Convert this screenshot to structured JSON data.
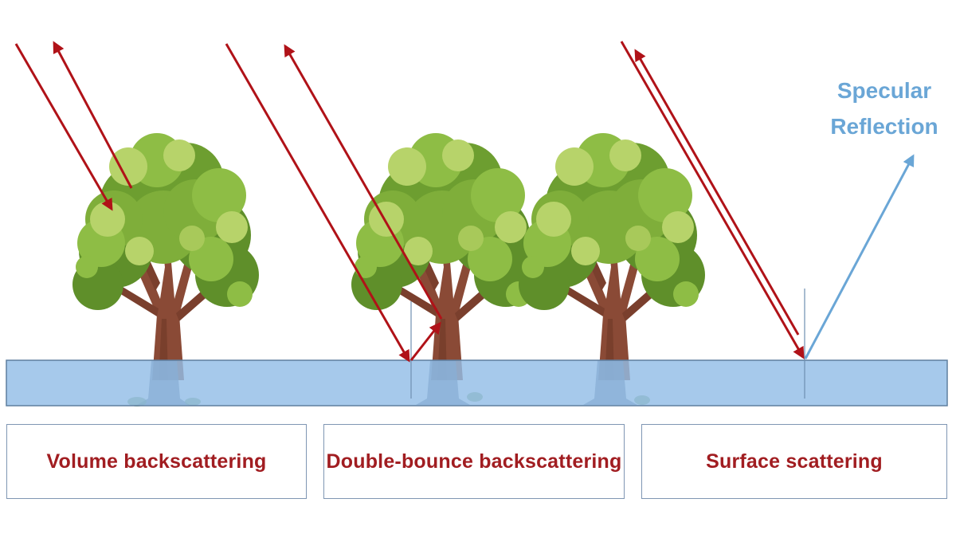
{
  "labels": {
    "volume": "Volume backscattering",
    "double_bounce": "Double-bounce backscattering",
    "surface": "Surface scattering"
  },
  "specular": {
    "line1": "Specular",
    "line2": "Reflection"
  },
  "colors": {
    "ray_red": "#b01218",
    "specular_blue": "#6aa6d6",
    "water_fill": "#93bde6",
    "water_stroke": "#5f7f9f",
    "label_text": "#a11d21",
    "trunk": "#8a4a36",
    "foliage_dark": "#5f8f2a",
    "foliage_mid": "#7fae3a",
    "foliage_light": "#b7d36a"
  },
  "icons": [
    "tree-illustration",
    "red-arrow",
    "blue-arrow"
  ]
}
